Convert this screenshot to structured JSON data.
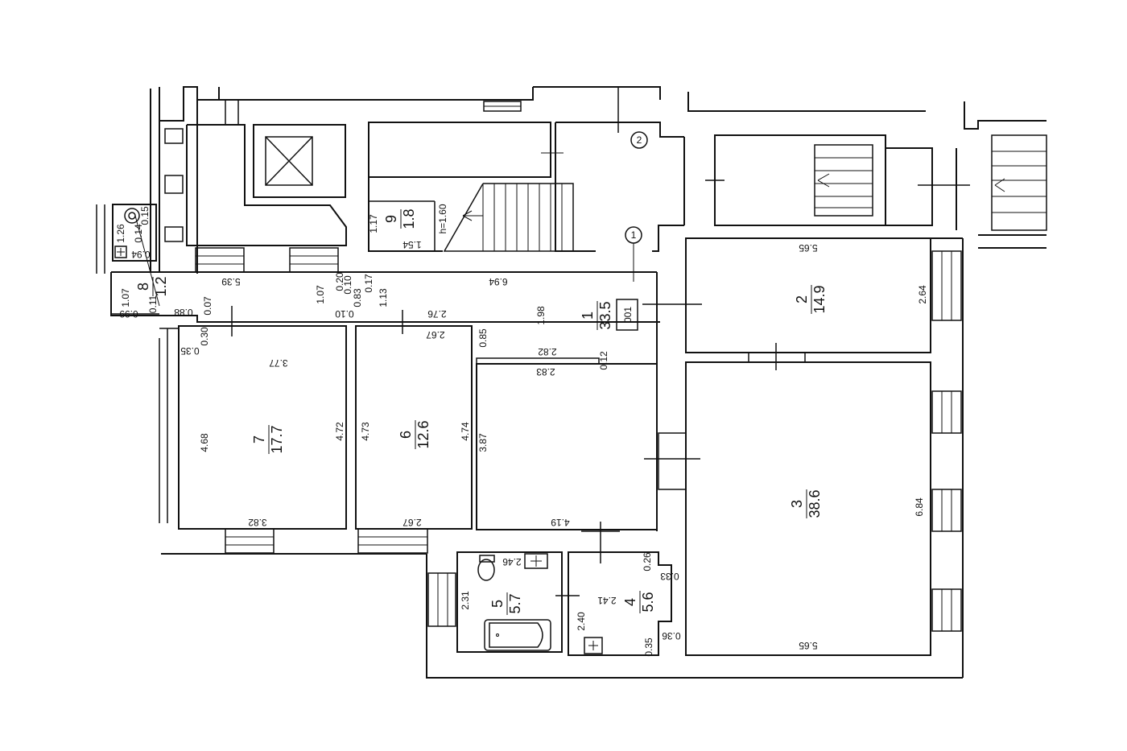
{
  "rooms": [
    {
      "num": "1",
      "area": "33.5"
    },
    {
      "num": "2",
      "area": "14.9"
    },
    {
      "num": "3",
      "area": "38.6"
    },
    {
      "num": "4",
      "area": "5.6"
    },
    {
      "num": "5",
      "area": "5.7"
    },
    {
      "num": "6",
      "area": "12.6"
    },
    {
      "num": "7",
      "area": "17.7"
    },
    {
      "num": "8",
      "area": "1.2"
    },
    {
      "num": "9",
      "area": "1.8"
    }
  ],
  "tag": "001",
  "axis_markers": [
    "1",
    "2"
  ],
  "height_label": "h=1.60",
  "dims": {
    "corridor_top": "5.39",
    "hall_top": "6.94",
    "r2_top": "5.65",
    "r2_right": "2.64",
    "r3_right": "6.84",
    "r3_bottom": "5.65",
    "r7_top": "3.77",
    "r7_bottom": "3.82",
    "r7_left": "4.68",
    "r7_right": "4.72",
    "r6_top": "2.67",
    "r6_bottom": "2.67",
    "r6_left": "4.73",
    "r6_right": "4.74",
    "hall_lower_left": "3.87",
    "hall_lower_bottom": "4.19",
    "partition_top": "2.82",
    "partition_bottom": "2.83",
    "partition_thk": "0.12",
    "hall_mid": "1.98",
    "hall_076": "2.76",
    "d085": "0.85",
    "d113": "1.13",
    "d117": "1.17",
    "d154": "1.54",
    "d107a": "1.07",
    "d107b": "1.07",
    "d020": "0.20",
    "d010a": "0.10",
    "d083": "0.83",
    "d017": "0.17",
    "d010b": "0.10",
    "d011": "0.11",
    "d099": "0.99",
    "d088": "0.88",
    "d007": "0.07",
    "d030": "0.30",
    "d035": "0.35",
    "d126": "1.26",
    "d014": "0.14",
    "d015": "0.15",
    "d094": "0.94",
    "r5_width": "2.46",
    "r5_height": "2.31",
    "r4_width": "2.41",
    "r4_height": "2.40",
    "r4_026": "0.26",
    "r4_033": "0.33",
    "r4_036": "0.36",
    "r4_035": "0.35"
  }
}
